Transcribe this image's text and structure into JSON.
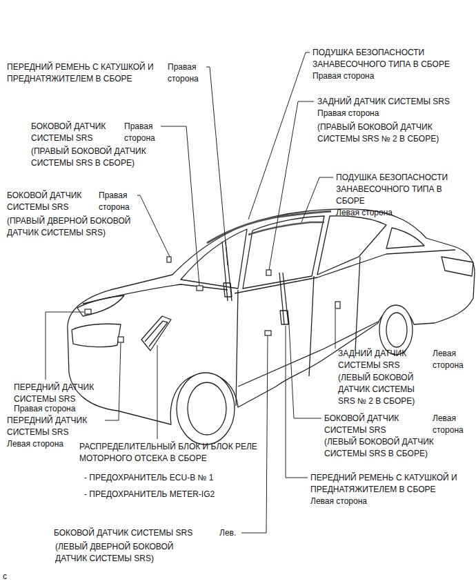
{
  "diagram": {
    "labels": [
      "ПЕРЕДНИЙ РЕМЕНЬ С КАТУШКОЙ И ПРЕДНАТЯЖИТЕЛЕМ В СБОРЕ",
      "Правая сторона",
      "ПОДУШКА БЕЗОПАСНОСТИ ЗАНАВЕСОЧНОГО ТИПА В СБОРЕ",
      "Правая сторона",
      "ЗАДНИЙ ДАТЧИК СИСТЕМЫ SRS",
      "Правая сторона",
      "(ПРАВЫЙ БОКОВОЙ ДАТЧИК СИСТЕМЫ SRS № 2 В СБОРЕ)",
      "БОКОВОЙ ДАТЧИК СИСТЕМЫ SRS",
      "Правая сторона",
      "(ПРАВЫЙ БОКОВОЙ ДАТЧИК СИСТЕМЫ SRS В СБОРЕ)",
      "ПОДУШКА БЕЗОПАСНОСТИ ЗАНАВЕСОЧНОГО ТИПА В СБОРЕ",
      "Левая сторона",
      "БОКОВОЙ ДАТЧИК СИСТЕМЫ SRS",
      "Правая сторона",
      "(ПРАВЫЙ ДВЕРНОЙ БОКОВОЙ ДАТЧИК СИСТЕМЫ SRS)",
      "ЗАДНИЙ ДАТЧИК СИСТЕМЫ SRS",
      "Левая сторона",
      "(ЛЕВЫЙ БОКОВОЙ ДАТЧИК СИСТЕМЫ SRS № 2 В СБОРЕ)",
      "ПЕРЕДНИЙ ДАТЧИК СИСТЕМЫ SRS",
      "Правая сторона",
      "ПЕРЕДНИЙ ДАТЧИК СИСТЕМЫ SRS",
      "Левая сторона",
      "БОКОВОЙ ДАТЧИК СИСТЕМЫ SRS",
      "Левая сторона",
      "(ЛЕВЫЙ БОКОВОЙ ДАТЧИК СИСТЕМЫ SRS В СБОРЕ)",
      "РАСПРЕДЕЛИТЕЛЬНЫЙ БЛОК И БЛОК РЕЛЕ МОТОРНОГО ОТСЕКА В СБОРЕ",
      "- ПРЕДОХРАНИТЕЛЬ ECU-B № 1",
      "- ПРЕДОХРАНИТЕЛЬ METER-IG2",
      "ПЕРЕДНИЙ РЕМЕНЬ С КАТУШКОЙ И ПРЕДНАТЯЖИТЕЛЕМ В СБОРЕ",
      "Левая сторона",
      "БОКОВОЙ ДАТЧИК СИСТЕМЫ SRS",
      "Лев.",
      "(ЛЕВЫЙ ДВЕРНОЙ БОКОВОЙ ДАТЧИК СИСТЕМЫ SRS)",
      "c"
    ]
  }
}
